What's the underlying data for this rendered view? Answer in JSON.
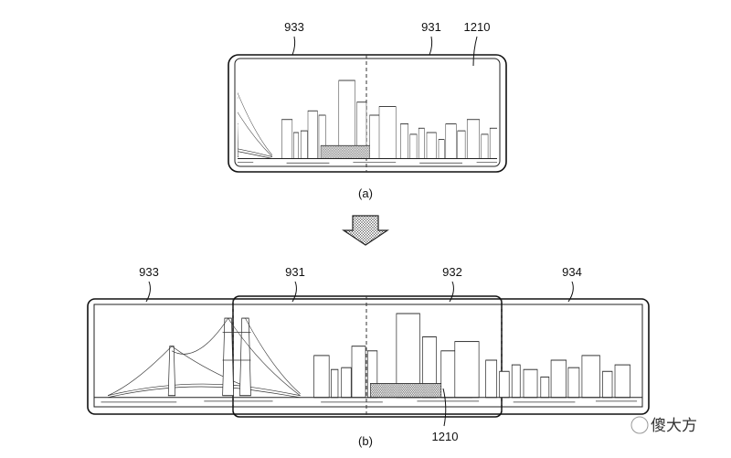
{
  "figure_a": {
    "caption": "(a)",
    "labels": {
      "left_display": "933",
      "center_display": "931",
      "content": "1210"
    }
  },
  "figure_b": {
    "caption": "(b)",
    "labels": {
      "left_display": "933",
      "center_left_display": "931",
      "center_right_display": "932",
      "right_display": "934",
      "content": "1210"
    }
  },
  "transition_arrow": {
    "icon": "down-arrow-icon",
    "direction": "down"
  },
  "watermark": {
    "text": "傻大方"
  }
}
